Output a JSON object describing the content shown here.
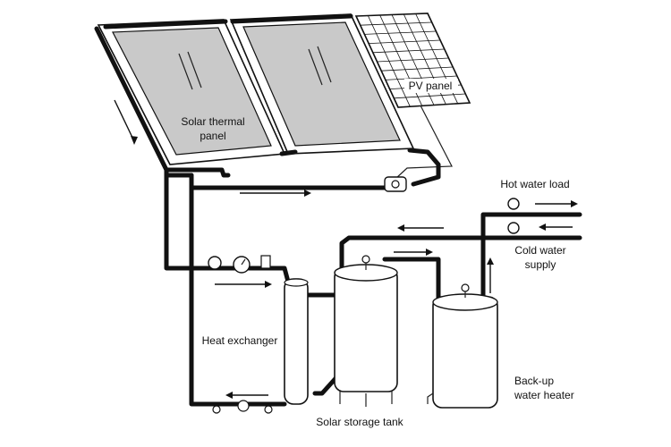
{
  "labels": {
    "solar_thermal_panel_line1": "Solar thermal",
    "solar_thermal_panel_line2": "panel",
    "pv_panel": "PV panel",
    "hot_water_load": "Hot water load",
    "cold_water_line1": "Cold water",
    "cold_water_line2": "supply",
    "heat_exchanger": "Heat exchanger",
    "solar_storage_tank": "Solar storage tank",
    "backup_line1": "Back-up",
    "backup_line2": "water heater"
  },
  "colors": {
    "pipe": "#111111",
    "glass": "#c9c9c9",
    "background": "#ffffff"
  }
}
